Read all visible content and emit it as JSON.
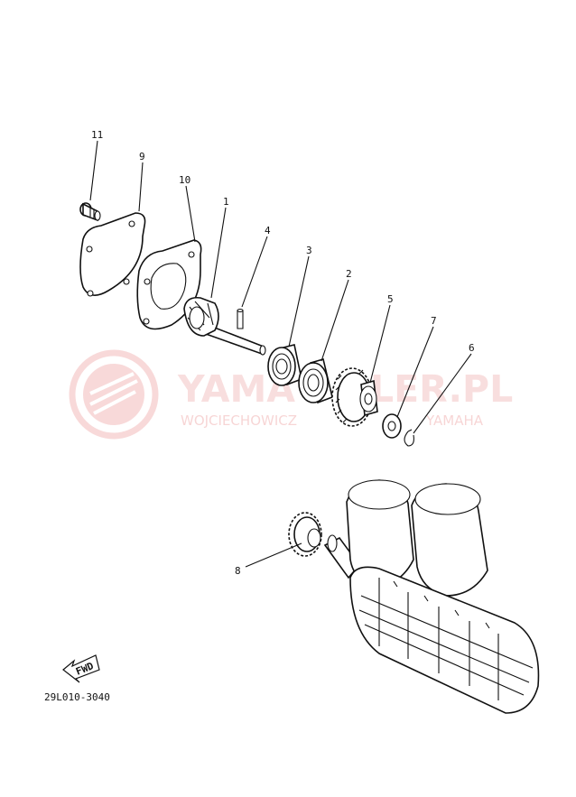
{
  "watermark": {
    "main_text": "YAMAHAPARTS-SELLER.PL",
    "visible_text": "YAMA LER.PL",
    "sub_text": "WOJCIECHOWICZ PARTS YAMAHA",
    "visible_sub_text": "WOJCIECHOWICZ YAMAHA",
    "color": "#e46c6c"
  },
  "callouts": [
    "11",
    "9",
    "10",
    "1",
    "4",
    "3",
    "2",
    "5",
    "7",
    "6",
    "8"
  ],
  "fwd_label": "FWD",
  "diagram_code": "29L010-3040"
}
